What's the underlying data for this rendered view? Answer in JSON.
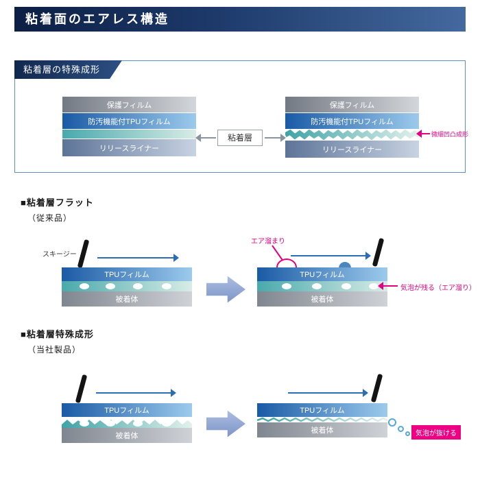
{
  "colors": {
    "navy": "#12294f",
    "box_border": "#5b8fc4",
    "magenta": "#e4007f",
    "arrow_blue": "#2a6db5",
    "arrow_gray": "#8a93a0",
    "block_arrow": "#8ea6d3",
    "teal": "#3fa3a6"
  },
  "header": {
    "title": "粘着面のエアレス構造"
  },
  "special_box": {
    "tag": "粘着層の特殊成形",
    "flat_stack": {
      "protect": "保護フィルム",
      "tpu": "防汚機能付TPUフィルム",
      "liner": "リリースライナー"
    },
    "molded_stack": {
      "protect": "保護フィルム",
      "tpu": "防汚機能付TPUフィルム",
      "liner": "リリースライナー"
    },
    "adhesive_label": "粘着層",
    "molding_note": "微細凹凸成形"
  },
  "flat_section": {
    "heading": "■粘着層フラット",
    "subheading": "（従来品）",
    "squeegee_label": "スキージー →",
    "before": {
      "film": "TPUフィルム",
      "substrate": "被着体"
    },
    "after": {
      "film": "TPUフィルム",
      "substrate": "被着体",
      "air_pocket": "エア溜まり",
      "result_note": "気泡が残る（エア溜り）"
    }
  },
  "molded_section": {
    "heading": "■粘着層特殊成形",
    "subheading": "（当社製品）",
    "before": {
      "film": "TPUフィルム",
      "substrate": "被着体"
    },
    "after": {
      "film": "TPUフィルム",
      "substrate": "被着体",
      "result_note": "気泡が抜ける"
    }
  }
}
